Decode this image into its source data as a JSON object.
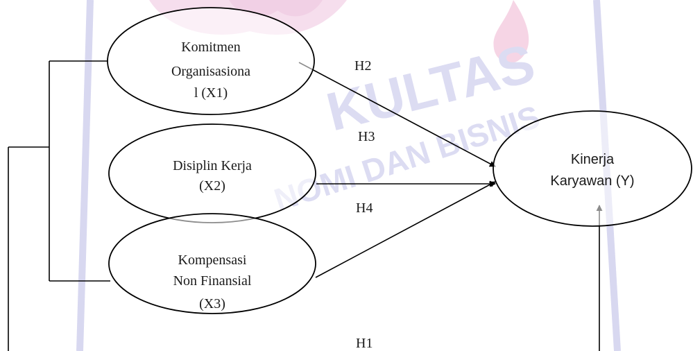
{
  "watermark": {
    "line1": "KULTAS",
    "line2": "NOMI DAN BISNIS",
    "colors": {
      "text": "#dcdcf2",
      "emblem": "#f2d0e6"
    }
  },
  "nodes": {
    "x1": {
      "lines": [
        "Komitmen",
        "Organisasiona",
        "l (X1)"
      ]
    },
    "x2": {
      "lines": [
        "Disiplin Kerja",
        "(X2)"
      ]
    },
    "x3": {
      "lines": [
        "Kompensasi",
        "Non Finansial",
        "(X3)"
      ]
    },
    "y": {
      "lines": [
        "Kinerja",
        "Karyawan (Y)"
      ]
    }
  },
  "hypotheses": {
    "h1": "H1",
    "h2": "H2",
    "h3": "H3",
    "h4": "H4"
  }
}
